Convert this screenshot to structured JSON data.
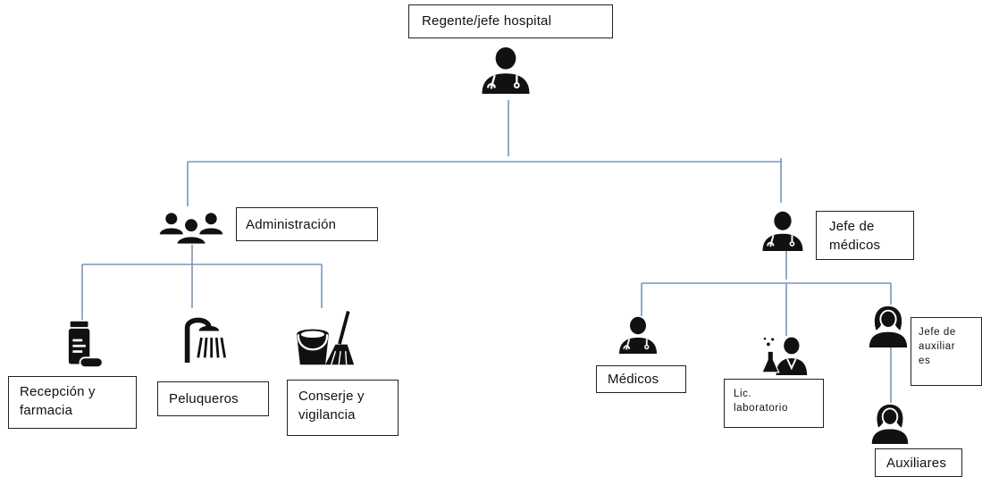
{
  "colors": {
    "connector": "#7a95bb",
    "icon": "#111111",
    "border": "#222222"
  },
  "nodes": {
    "regente": {
      "label": "Regente/jefe hospital",
      "icon": "doctor-stethoscope-icon"
    },
    "administracion": {
      "label": "Administración",
      "icon": "group-people-icon"
    },
    "jefe_medicos": {
      "label": "Jefe de\nmédicos",
      "icon": "doctor-stethoscope-icon"
    },
    "recepcion": {
      "label": "Recepción y\nfarmacia",
      "icon": "pill-bottle-icon"
    },
    "peluqueros": {
      "label": "Peluqueros",
      "icon": "shower-icon"
    },
    "conserje": {
      "label": "Conserje y\nvigilancia",
      "icon": "bucket-broom-icon"
    },
    "medicos": {
      "label": "Médicos",
      "icon": "doctor-stethoscope-icon"
    },
    "laboratorio": {
      "label": "Lic.\nlaboratorio",
      "icon": "lab-scientist-icon"
    },
    "jefe_auxiliares": {
      "label": "Jefe de\nauxiliar\nes",
      "icon": "woman-user-icon"
    },
    "auxiliares": {
      "label": "Auxiliares",
      "icon": "woman-user-icon"
    }
  }
}
